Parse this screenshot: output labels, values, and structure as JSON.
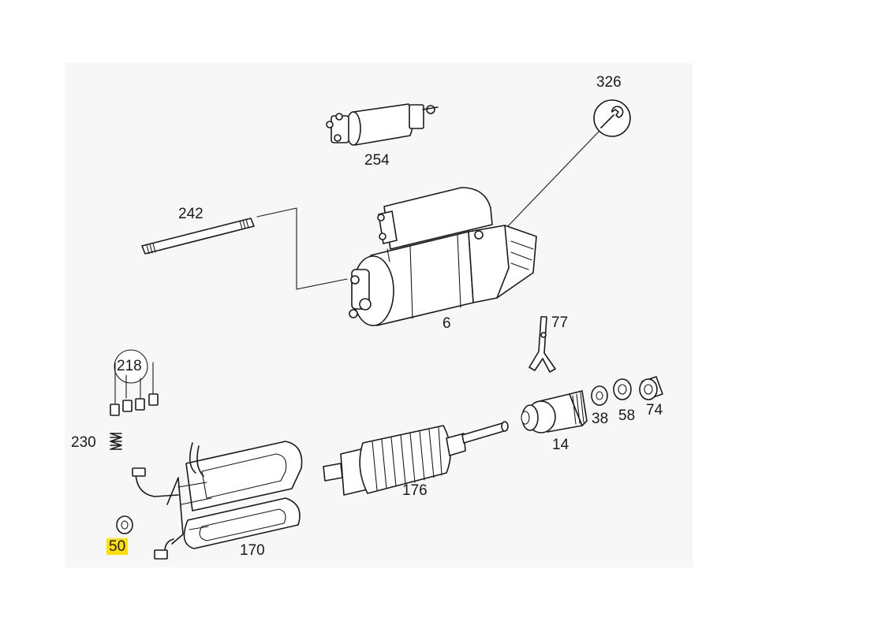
{
  "diagram": {
    "labels": {
      "p326": "326",
      "p254": "254",
      "p242": "242",
      "p6": "6",
      "p77": "77",
      "p218": "218",
      "p230": "230",
      "p38": "38",
      "p58": "58",
      "p74": "74",
      "p14": "14",
      "p176": "176",
      "p50": "50",
      "p170": "170"
    },
    "highlighted_part": "50",
    "colors": {
      "highlight": "#ffe000",
      "panel": "#f7f7f7",
      "line": "#1a1a1a"
    },
    "icons": {
      "p326": "wrench-icon"
    }
  }
}
